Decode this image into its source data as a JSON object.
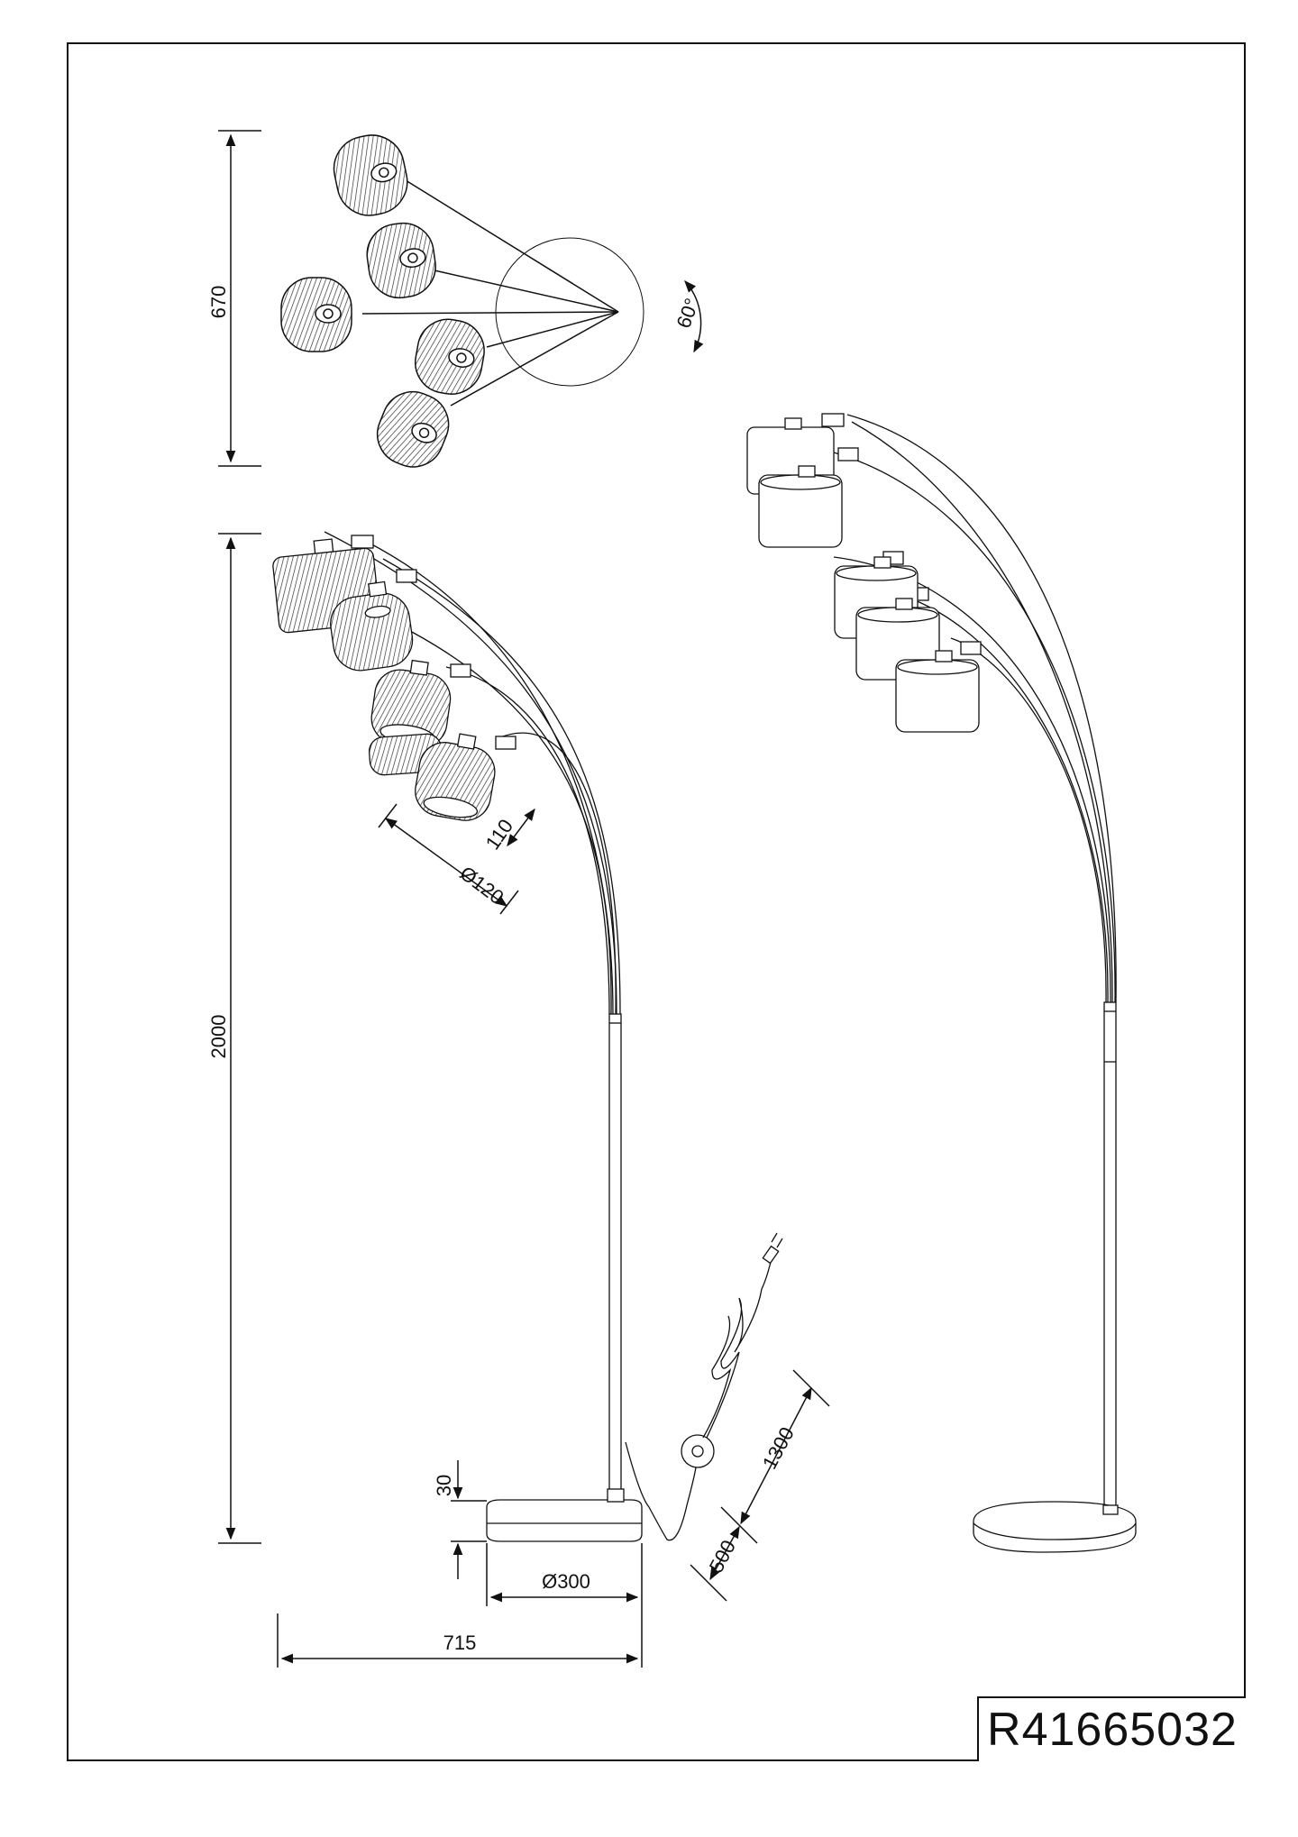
{
  "dimensions": {
    "top_view_depth": "670",
    "rotation_angle": "60°",
    "total_height": "2000",
    "shade_height": "110",
    "shade_diameter": "Ø120",
    "base_height": "30",
    "base_diameter": "Ø300",
    "total_width": "715",
    "cable_length_1": "1300",
    "cable_length_2": "500"
  },
  "product_code": "R41665032",
  "colors": {
    "line": "#111111",
    "background": "#ffffff"
  }
}
